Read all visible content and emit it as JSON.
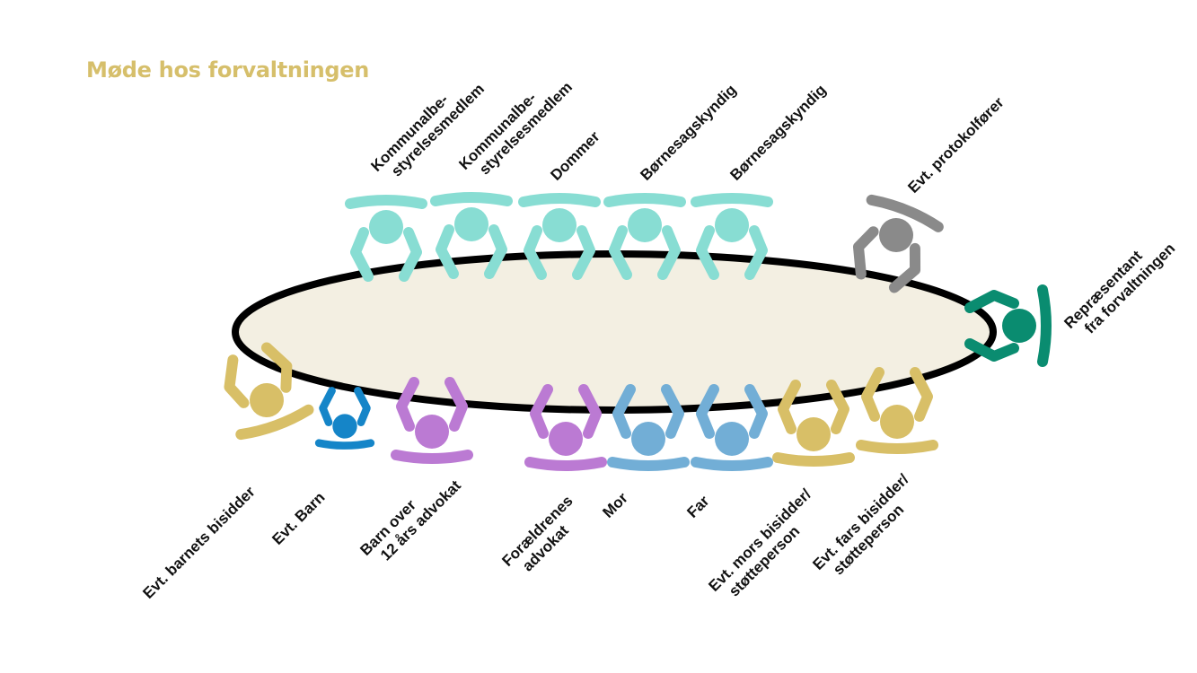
{
  "title": "Møde hos forvaltningen",
  "colors": {
    "title": "#d6bf6b",
    "table_fill": "#f3efe2",
    "table_stroke": "#000000",
    "teal": "#88ddd3",
    "gray": "#8a8a8a",
    "green": "#0a8c70",
    "gold": "#d8bf67",
    "blue": "#1585c8",
    "purple": "#bb7ad3",
    "lightblue": "#72aed6"
  },
  "participants": [
    {
      "id": "kommunalbestyrelsesmedlem-1",
      "lines": [
        "Kommunalbe-",
        "styrelsesmedlem"
      ],
      "color": "teal",
      "icon": "person-top-view"
    },
    {
      "id": "kommunalbestyrelsesmedlem-2",
      "lines": [
        "Kommunalbe-",
        "styrelsesmedlem"
      ],
      "color": "teal",
      "icon": "person-top-view"
    },
    {
      "id": "dommer",
      "lines": [
        "Dommer"
      ],
      "color": "teal",
      "icon": "person-top-view"
    },
    {
      "id": "boernesagkyndig-1",
      "lines": [
        "Børnesagskyndig"
      ],
      "color": "teal",
      "icon": "person-top-view"
    },
    {
      "id": "boernesagkyndig-2",
      "lines": [
        "Børnesagskyndig"
      ],
      "color": "teal",
      "icon": "person-top-view"
    },
    {
      "id": "protokolfoerer",
      "lines": [
        "Evt. protokolfører"
      ],
      "color": "gray",
      "icon": "person-top-view"
    },
    {
      "id": "repraesentant",
      "lines": [
        "Repræsentant",
        "fra forvaltningen"
      ],
      "color": "green",
      "icon": "person-top-view"
    },
    {
      "id": "barnets-bisidder",
      "lines": [
        "Evt. barnets bisidder"
      ],
      "color": "gold",
      "icon": "person-top-view"
    },
    {
      "id": "barn",
      "lines": [
        "Evt. Barn"
      ],
      "color": "blue",
      "icon": "person-top-view"
    },
    {
      "id": "barn-over-12",
      "lines": [
        "Barn over",
        "12 års advokat"
      ],
      "color": "purple",
      "icon": "person-top-view"
    },
    {
      "id": "foraeldrenes-advokat",
      "lines": [
        "Forældrenes",
        "advokat"
      ],
      "color": "purple",
      "icon": "person-top-view"
    },
    {
      "id": "mor",
      "lines": [
        "Mor"
      ],
      "color": "lightblue",
      "icon": "person-top-view"
    },
    {
      "id": "far",
      "lines": [
        "Far"
      ],
      "color": "lightblue",
      "icon": "person-top-view"
    },
    {
      "id": "mors-bisidder",
      "lines": [
        "Evt. mors bisidder/",
        "støtteperson"
      ],
      "color": "gold",
      "icon": "person-top-view"
    },
    {
      "id": "fars-bisidder",
      "lines": [
        "Evt. fars bisidder/",
        "støtteperson"
      ],
      "color": "gold",
      "icon": "person-top-view"
    }
  ]
}
